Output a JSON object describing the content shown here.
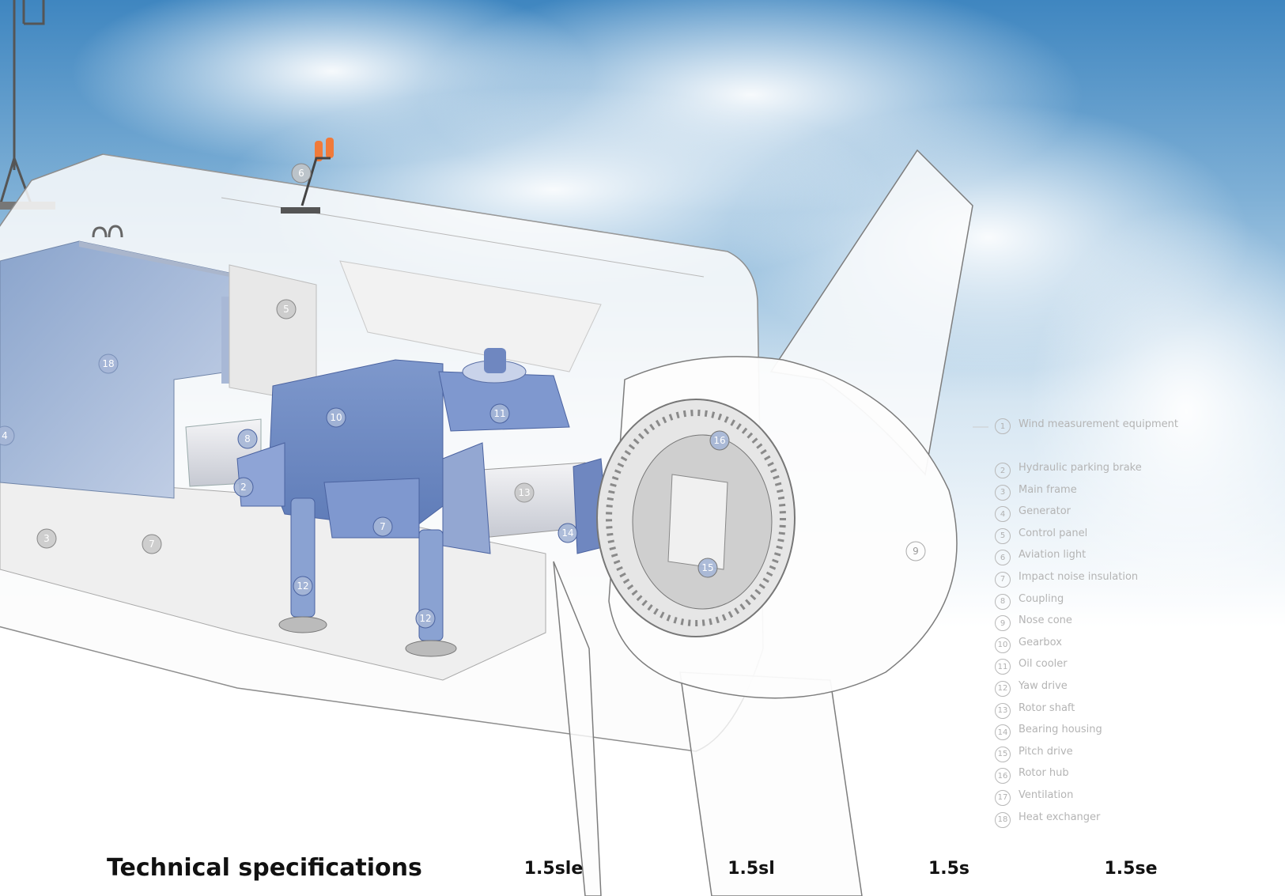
{
  "diagram": {
    "callouts": [
      {
        "n": "6"
      },
      {
        "n": "5"
      },
      {
        "n": "18"
      },
      {
        "n": "4"
      },
      {
        "n": "10"
      },
      {
        "n": "11"
      },
      {
        "n": "8"
      },
      {
        "n": "2"
      },
      {
        "n": "7"
      },
      {
        "n": "3"
      },
      {
        "n": "7"
      },
      {
        "n": "13"
      },
      {
        "n": "14"
      },
      {
        "n": "16"
      },
      {
        "n": "15"
      },
      {
        "n": "12"
      },
      {
        "n": "12"
      },
      {
        "n": "9"
      }
    ],
    "legend": [
      {
        "n": "1",
        "label": "Wind measurement equipment"
      },
      {
        "n": "2",
        "label": "Hydraulic parking brake"
      },
      {
        "n": "3",
        "label": "Main frame"
      },
      {
        "n": "4",
        "label": "Generator"
      },
      {
        "n": "5",
        "label": "Control panel"
      },
      {
        "n": "6",
        "label": "Aviation light"
      },
      {
        "n": "7",
        "label": "Impact noise insulation"
      },
      {
        "n": "8",
        "label": "Coupling"
      },
      {
        "n": "9",
        "label": "Nose cone"
      },
      {
        "n": "10",
        "label": "Gearbox"
      },
      {
        "n": "11",
        "label": "Oil cooler"
      },
      {
        "n": "12",
        "label": "Yaw drive"
      },
      {
        "n": "13",
        "label": "Rotor shaft"
      },
      {
        "n": "14",
        "label": "Bearing housing"
      },
      {
        "n": "15",
        "label": "Pitch drive"
      },
      {
        "n": "16",
        "label": "Rotor hub"
      },
      {
        "n": "17",
        "label": "Ventilation"
      },
      {
        "n": "18",
        "label": "Heat exchanger"
      }
    ]
  },
  "specs": {
    "title": "Technical specifications",
    "models": [
      "1.5sle",
      "1.5sl",
      "1.5s",
      "1.5se"
    ]
  }
}
